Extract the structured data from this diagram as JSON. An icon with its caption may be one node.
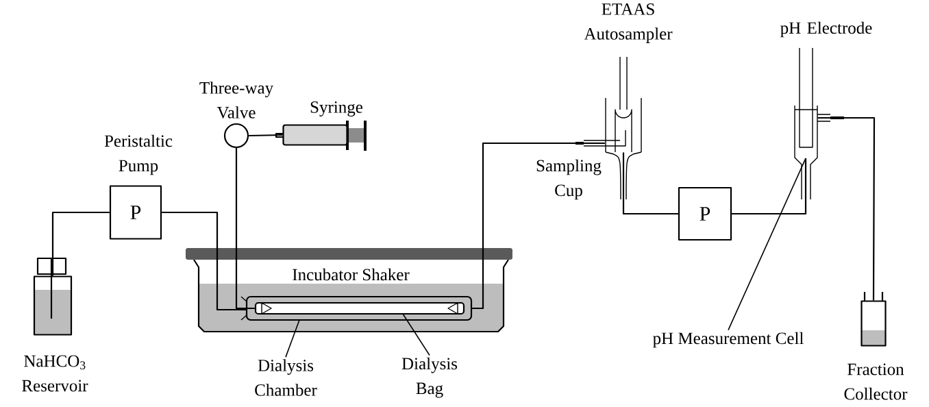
{
  "diagram": {
    "nodes": [
      {
        "text": [],
        "shape": "bottle",
        "beside": [
          "NaHCO$_{3}$ Reservoir"
        ]
      },
      {
        "text": [
          "P"
        ],
        "beside": [
          "Peristaltic Pump"
        ]
      },
      {
        "text": [],
        "shape": "circle",
        "beside": [
          "Three-way Valve"
        ]
      },
      {
        "text": [],
        "shape": "syringe",
        "beside": [
          "Syringe"
        ]
      },
      {
        "text": [
          "Incubator Shaker"
        ]
      },
      {
        "text": [],
        "shape": "tube",
        "in": 4
      },
      {
        "text": [],
        "shape": "bag",
        "in": 5
      },
      {
        "text": [
          "Dialysis Chamber"
        ]
      },
      {
        "text": [
          "Dialysis Bag"
        ]
      },
      {
        "text": [],
        "shape": "cup",
        "beside": [
          "ETAAS Autosampler",
          "Sampling Cup"
        ]
      },
      {
        "text": [
          "P"
        ]
      },
      {
        "text": [],
        "shape": "cell",
        "beside": [
          "pH Electrode"
        ]
      },
      {
        "text": [
          "pH Measurement Cell"
        ]
      },
      {
        "text": [],
        "shape": "bottle",
        "beside": [
          "Fraction Collector"
        ]
      }
    ],
    "edges": [
      {
        "from": 0,
        "to": 1,
        "arrow": "none"
      },
      {
        "from": 1,
        "to": 5,
        "arrow": "none"
      },
      {
        "from": 3,
        "to": 2,
        "arrow": "none"
      },
      {
        "from": 2,
        "to": 6,
        "arrow": "none"
      },
      {
        "from": 5,
        "to": 9,
        "arrow": "none"
      },
      {
        "from": 9,
        "to": 10,
        "arrow": "none"
      },
      {
        "from": 10,
        "to": 11,
        "arrow": "none"
      },
      {
        "from": 11,
        "to": 13,
        "arrow": "none"
      },
      {
        "from": 7,
        "to": 5,
        "arrow": "none"
      },
      {
        "from": 8,
        "to": 6,
        "arrow": "none"
      },
      {
        "from": 12,
        "to": 11,
        "arrow": "none"
      }
    ]
  }
}
